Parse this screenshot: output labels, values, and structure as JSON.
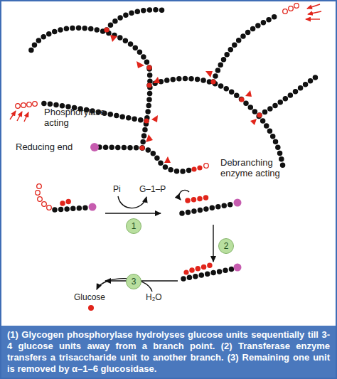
{
  "diagram": {
    "caption": "(1) Glycogen phosphorylase hydrolyses glucose units sequentially till 3-4 glucose units away from a branch point. (2) Transferase enzyme transfers a trisaccharide unit to another branch. (3) Remaining one unit is removed by α–1–6 glucosidase.",
    "nodes": [
      {
        "text": [
          "1"
        ]
      },
      {
        "text": [
          "2"
        ]
      },
      {
        "text": [
          "3"
        ]
      }
    ],
    "labels": [
      "Phosphorylase acting",
      "Reducing end",
      "Debranching enzyme acting",
      "Pi",
      "G–1–P",
      "Glucose",
      "H₂O"
    ]
  }
}
